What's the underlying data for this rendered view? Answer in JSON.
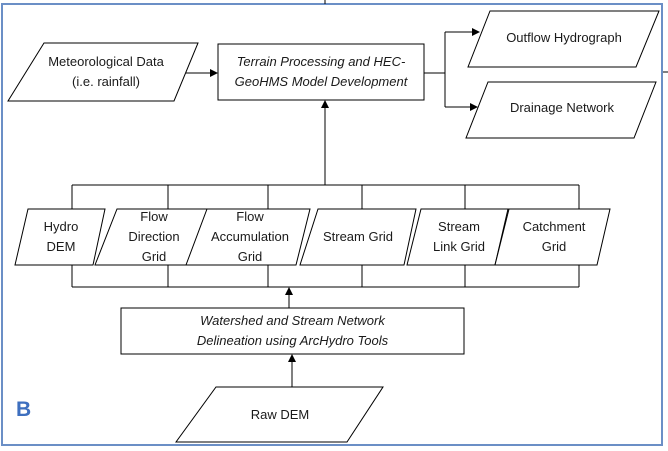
{
  "panel_label": "B",
  "inputs": {
    "meteorological": "Meteorological Data\n(i.e. rainfall)"
  },
  "processes": {
    "terrain": "Terrain Processing and HEC-\nGeoHMS Model Development",
    "watershed": "Watershed and Stream Network\nDelineation using ArcHydro Tools"
  },
  "outputs": {
    "outflow": "Outflow Hydrograph",
    "drainage": "Drainage Network"
  },
  "grids": [
    "Hydro\nDEM",
    "Flow\nDirection\nGrid",
    "Flow\nAccumulation\nGrid",
    "Stream Grid",
    "Stream\nLink Grid",
    "Catchment\nGrid"
  ],
  "source": "Raw DEM"
}
